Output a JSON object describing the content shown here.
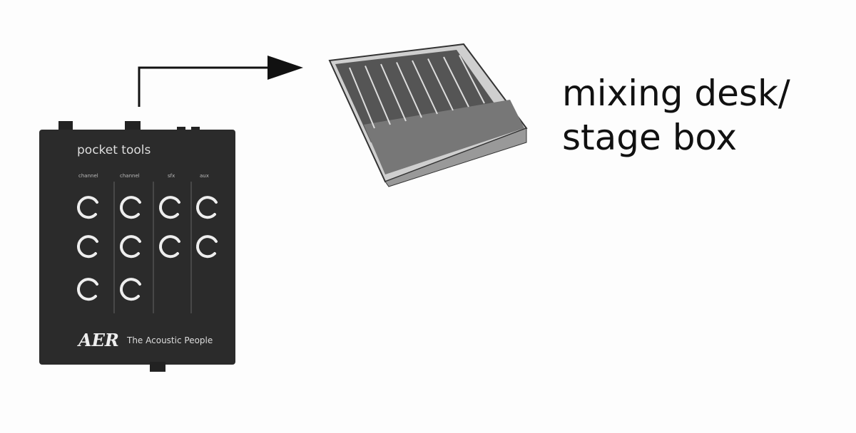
{
  "destination": {
    "line1": "mixing desk/",
    "line2": "stage box"
  },
  "device": {
    "brand": "pocket tools",
    "logo": "AER",
    "tagline": "The Acoustic People",
    "channels": [
      "channel",
      "channel",
      "sfx",
      "aux"
    ]
  },
  "colors": {
    "device_body": "#2b2b2b",
    "ink": "#111111"
  }
}
